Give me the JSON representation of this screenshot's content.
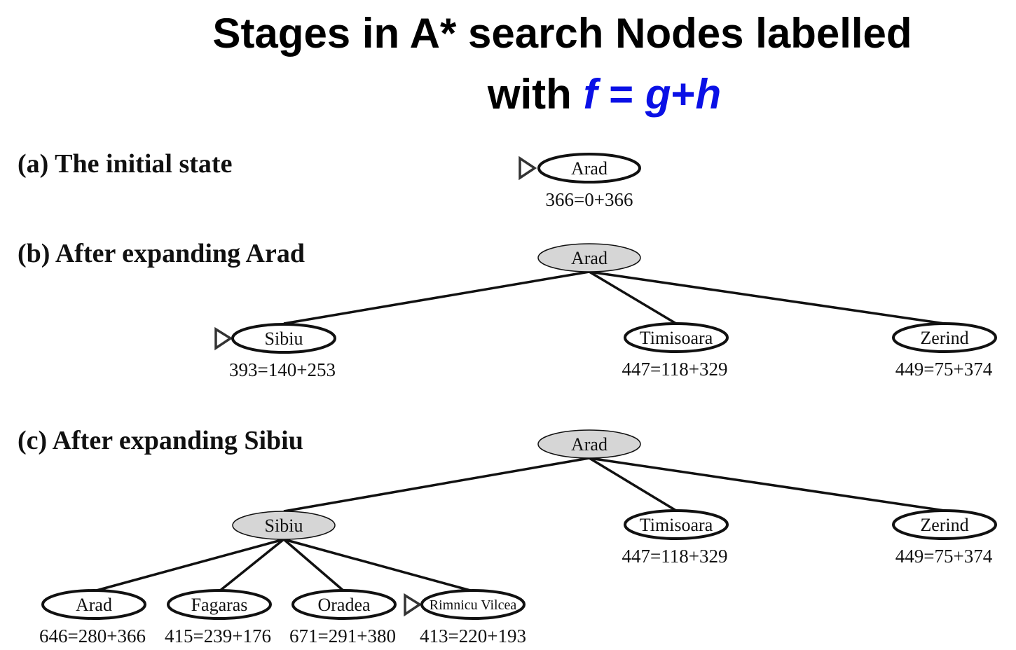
{
  "title": {
    "line1": "Stages in A* search Nodes labelled",
    "line2_prefix": "with ",
    "f": "f",
    "eq": " = ",
    "g": "g",
    "plus": "+",
    "h": "h"
  },
  "stages": {
    "a": "(a) The initial state",
    "b": "(b) After expanding Arad",
    "c": "(c) After expanding Sibiu"
  },
  "nodes": {
    "a_arad": {
      "label": "Arad",
      "cost": "366=0+366"
    },
    "b_arad": {
      "label": "Arad"
    },
    "b_sibiu": {
      "label": "Sibiu",
      "cost": "393=140+253"
    },
    "b_timisoara": {
      "label": "Timisoara",
      "cost": "447=118+329"
    },
    "b_zerind": {
      "label": "Zerind",
      "cost": "449=75+374"
    },
    "c_arad": {
      "label": "Arad"
    },
    "c_sibiu": {
      "label": "Sibiu"
    },
    "c_timisoara": {
      "label": "Timisoara",
      "cost": "447=118+329"
    },
    "c_zerind": {
      "label": "Zerind",
      "cost": "449=75+374"
    },
    "c_arad2": {
      "label": "Arad",
      "cost": "646=280+366"
    },
    "c_fagaras": {
      "label": "Fagaras",
      "cost": "415=239+176"
    },
    "c_oradea": {
      "label": "Oradea",
      "cost": "671=291+380"
    },
    "c_rimnicu": {
      "label": "Rimnicu Vilcea",
      "cost": "413=220+193"
    }
  },
  "colors": {
    "expanded_fill": "#d6d6d6",
    "formula": "#0a10e6"
  }
}
